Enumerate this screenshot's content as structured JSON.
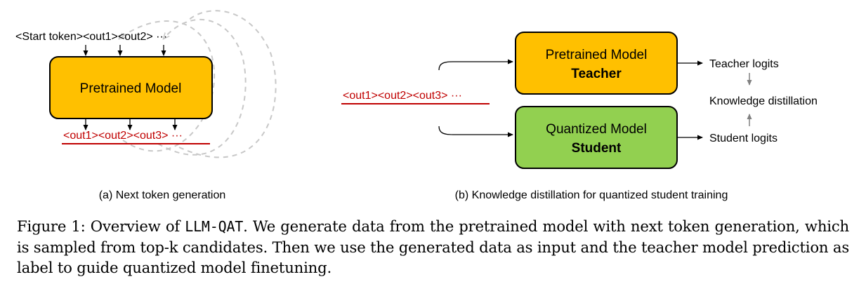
{
  "panel_a": {
    "inputs": "<Start token><out1><out2> ···",
    "model_label": "Pretrained Model",
    "outputs": "<out1><out2><out3> ···",
    "subcaption": "(a) Next token generation"
  },
  "panel_b": {
    "data_label": "<out1><out2><out3> ···",
    "teacher_line1": "Pretrained Model",
    "teacher_line2": "Teacher",
    "student_line1": "Quantized Model",
    "student_line2": "Student",
    "teacher_logits": "Teacher logits",
    "knowledge_distillation": "Knowledge distillation",
    "student_logits": "Student logits",
    "subcaption": "(b) Knowledge distillation for quantized student training"
  },
  "caption": {
    "prefix": "Figure 1: Overview of ",
    "code": "LLM-QAT",
    "suffix": ". We generate data from the pretrained model with next token generation, which is sampled from top-k candidates. Then we use the generated data as input and the teacher model prediction as label to guide quantized model finetuning."
  },
  "colors": {
    "orange": "#FFC000",
    "green": "#92D050",
    "red": "#C00000",
    "dashed": "#C8C8C8",
    "gray_arrow": "#808080"
  }
}
